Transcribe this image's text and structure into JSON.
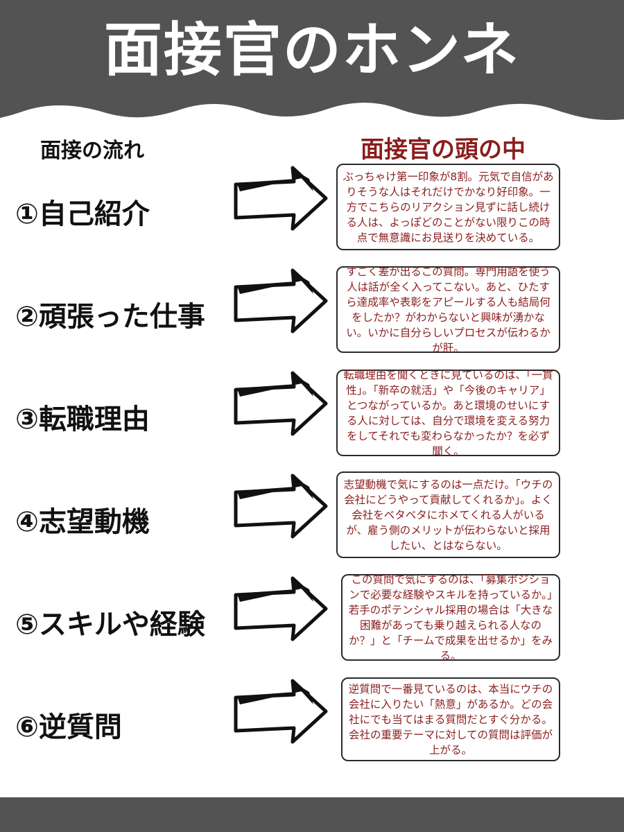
{
  "header": {
    "title": "面接官のホンネ"
  },
  "columns": {
    "left_heading": "面接の流れ",
    "right_heading": "面接官の頭の中"
  },
  "steps": [
    {
      "label": "①自己紹介",
      "comment": "ぶっちゃけ第一印象が8割。元気で自信がありそうな人はそれだけでかなり好印象。一方でこちらのリアクション見ずに話し続ける人は、よっぽどのことがない限りこの時点で無意識にお見送りを決めている。"
    },
    {
      "label": "②頑張った仕事",
      "comment": "すごく差が出るこの質問。専門用語を使う人は話が全く入ってこない。あと、ひたすら達成率や表彰をアピールする人も結局何をしたか？がわからないと興味が湧かない。いかに自分らしいプロセスが伝わるかが肝。"
    },
    {
      "label": "③転職理由",
      "comment": "転職理由を聞くときに見ているのは、「一貫性」。「新卒の就活」や「今後のキャリア」とつながっているか。あと環境のせいにする人に対しては、自分で環境を変える努力をしてそれでも変わらなかったか？を必ず聞く。"
    },
    {
      "label": "④志望動機",
      "comment": "志望動機で気にするのは一点だけ。「ウチの会社にどうやって貢献してくれるか」。よく会社をベタベタにホメてくれる人がいるが、雇う側のメリットが伝わらないと採用したい、とはならない。"
    },
    {
      "label": "⑤スキルや経験",
      "comment": "この質問で気にするのは、「募集ポジションで必要な経験やスキルを持っているか。」若手のポテンシャル採用の場合は「大きな困難があっても乗り越えられる人なのか？」と「チームで成果を出せるか」をみる。"
    },
    {
      "label": "⑥逆質問",
      "comment": "逆質問で一番見ているのは、本当にウチの会社に入りたい「熱意」があるか。どの会社にでも当てはまる質問だとすぐ分かる。会社の重要テーマに対しての質問は評価が上がる。"
    }
  ],
  "colors": {
    "header_bg": "#535353",
    "accent_red": "#8b1d1d",
    "text_dark": "#111111"
  }
}
